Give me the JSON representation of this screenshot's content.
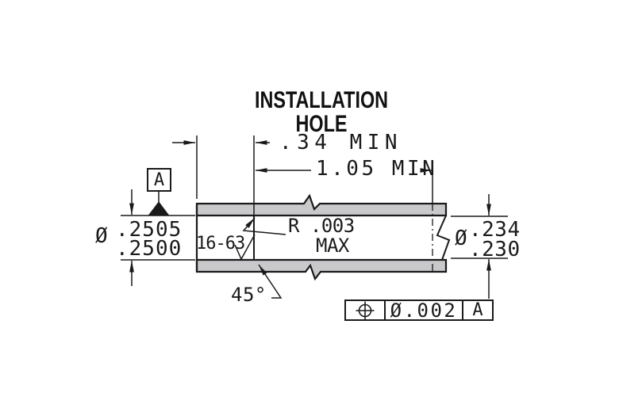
{
  "title": "INSTALLATION HOLE",
  "colors": {
    "line": "#1a1a1a",
    "wall_fill": "#c9c9cc",
    "background": "#ffffff"
  },
  "dimensions": {
    "depth_min": ".34 MIN",
    "length_min": "1.05 MIN",
    "left_bore": {
      "dia": "Ø",
      "upper": ".2505",
      "lower": ".2500"
    },
    "right_bore": {
      "dia": "Ø",
      "upper": ".234",
      "lower": ".230"
    },
    "chamfer_angle": "45°",
    "fillet_radius": "R .003",
    "fillet_radius_qualifier": "MAX",
    "surface_finish": "16-63"
  },
  "datum": {
    "label": "A"
  },
  "feature_control_frame": {
    "tolerance": "Ø.002",
    "datum_ref": "A"
  }
}
